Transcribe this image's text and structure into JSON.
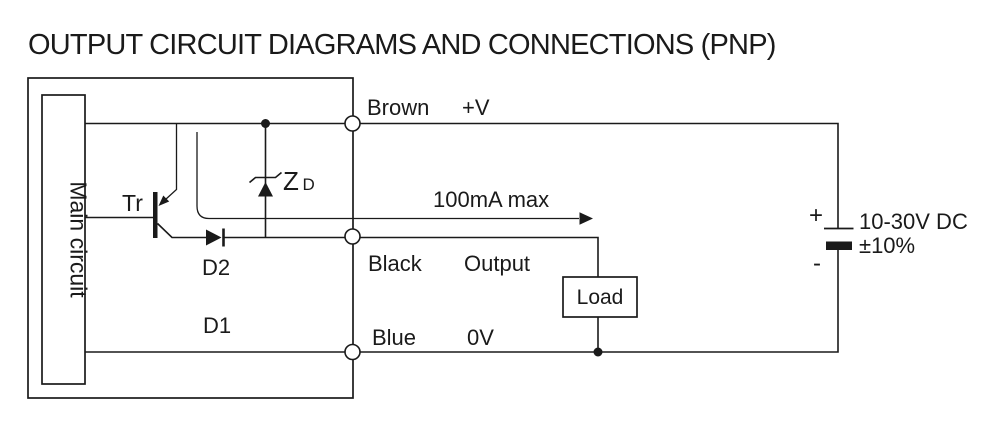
{
  "title": "OUTPUT CIRCUIT DIAGRAMS AND CONNECTIONS (PNP)",
  "colors": {
    "ink": "#1a1a1a",
    "background": "#ffffff"
  },
  "main_circuit": {
    "label": "Main circuit"
  },
  "components": {
    "transistor_label": "Tr",
    "zener_label": "Z",
    "zener_subscript": "D",
    "diode2_label": "D2",
    "diode1_label": "D1",
    "load_label": "Load"
  },
  "wires": {
    "brown": {
      "name": "Brown",
      "signal": "+V"
    },
    "black": {
      "name": "Black",
      "signal": "Output"
    },
    "blue": {
      "name": "Blue",
      "signal": "0V"
    }
  },
  "annotations": {
    "current_max": "100mA max"
  },
  "power_supply": {
    "plus": "+",
    "minus": "-",
    "voltage": "10-30V DC",
    "tolerance": "±10%"
  }
}
